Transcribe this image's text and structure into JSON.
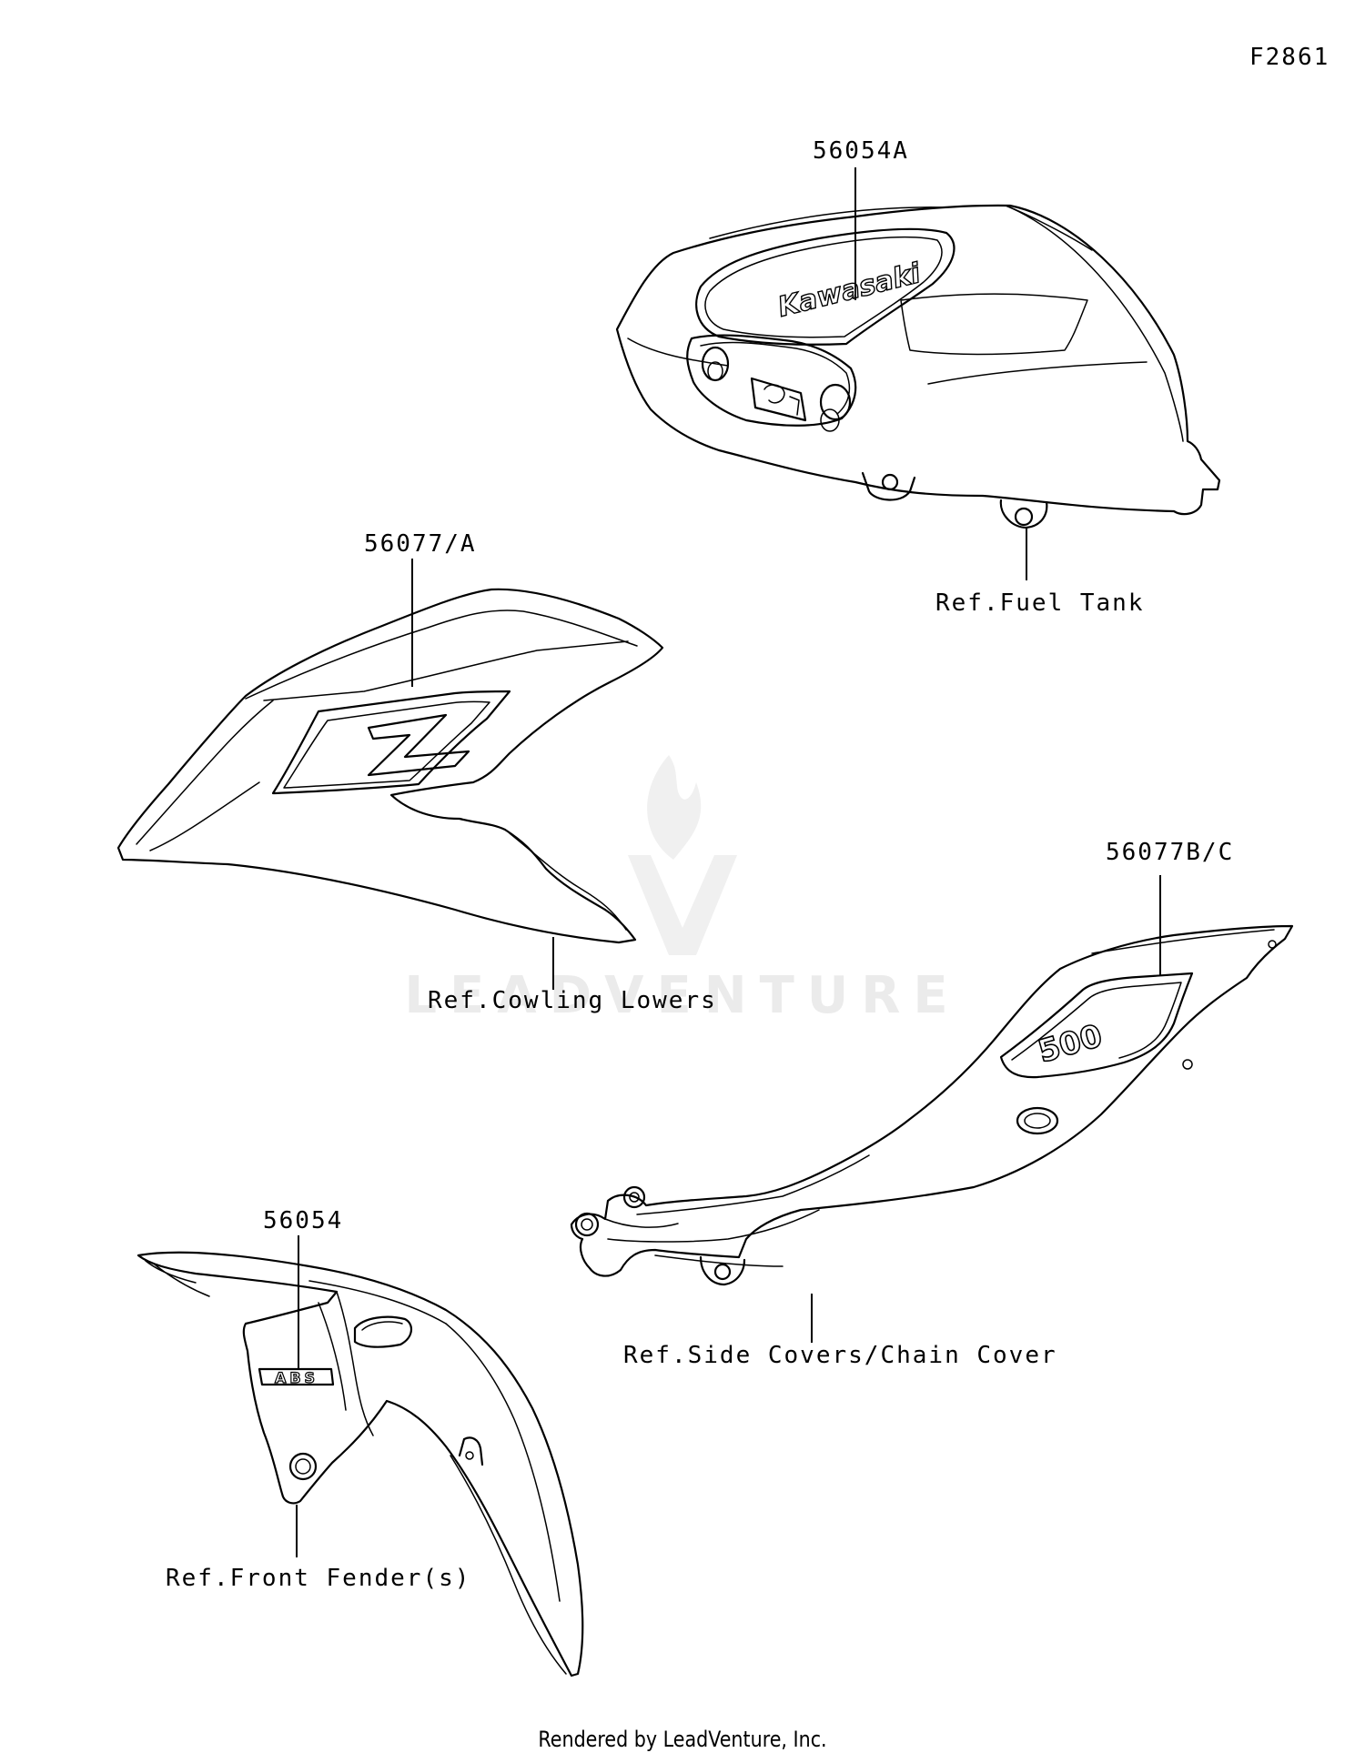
{
  "figure_code": "F2861",
  "parts": [
    {
      "number": "56054A",
      "reference": "Ref.Fuel Tank",
      "emblem": "Kawasaki"
    },
    {
      "number": "56077/A",
      "reference": "Ref.Cowling Lowers",
      "emblem": "Z"
    },
    {
      "number": "56077B/C",
      "reference": "Ref.Side Covers/Chain Cover",
      "emblem": "500"
    },
    {
      "number": "56054",
      "reference": "Ref.Front Fender(s)",
      "emblem": "ABS"
    }
  ],
  "watermark": "LEADVENTURE",
  "footer": "Rendered by LeadVenture, Inc."
}
